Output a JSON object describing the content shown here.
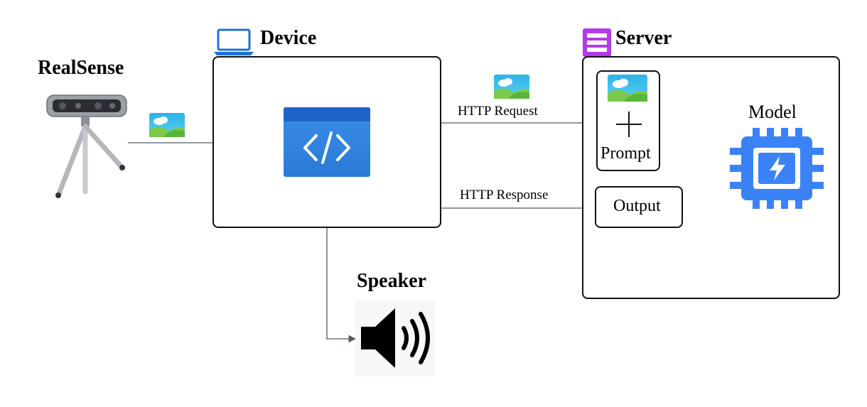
{
  "realsense": {
    "title": "RealSense"
  },
  "device": {
    "title": "Device"
  },
  "server": {
    "title": "Server"
  },
  "speaker": {
    "title": "Speaker"
  },
  "model": {
    "title": "Model"
  },
  "links": {
    "request": "HTTP Request",
    "response": "HTTP Response"
  },
  "prompt_box": {
    "label": "Prompt"
  },
  "output_box": {
    "label": "Output"
  },
  "colors": {
    "laptop_icon": "#1f6fd6",
    "server_icon": "#b33ae8",
    "code_block_top": "#1f63c8",
    "code_block_bottom": "#3a8ee6",
    "chip": "#3b82f6",
    "arrow": "#555a66"
  },
  "icons": {
    "camera": "realsense-camera-icon",
    "laptop": "laptop-icon",
    "server": "server-icon",
    "image": "image-icon",
    "code": "code-icon",
    "chip": "chip-lightning-icon",
    "speaker": "speaker-icon",
    "plus": "plus-icon"
  }
}
